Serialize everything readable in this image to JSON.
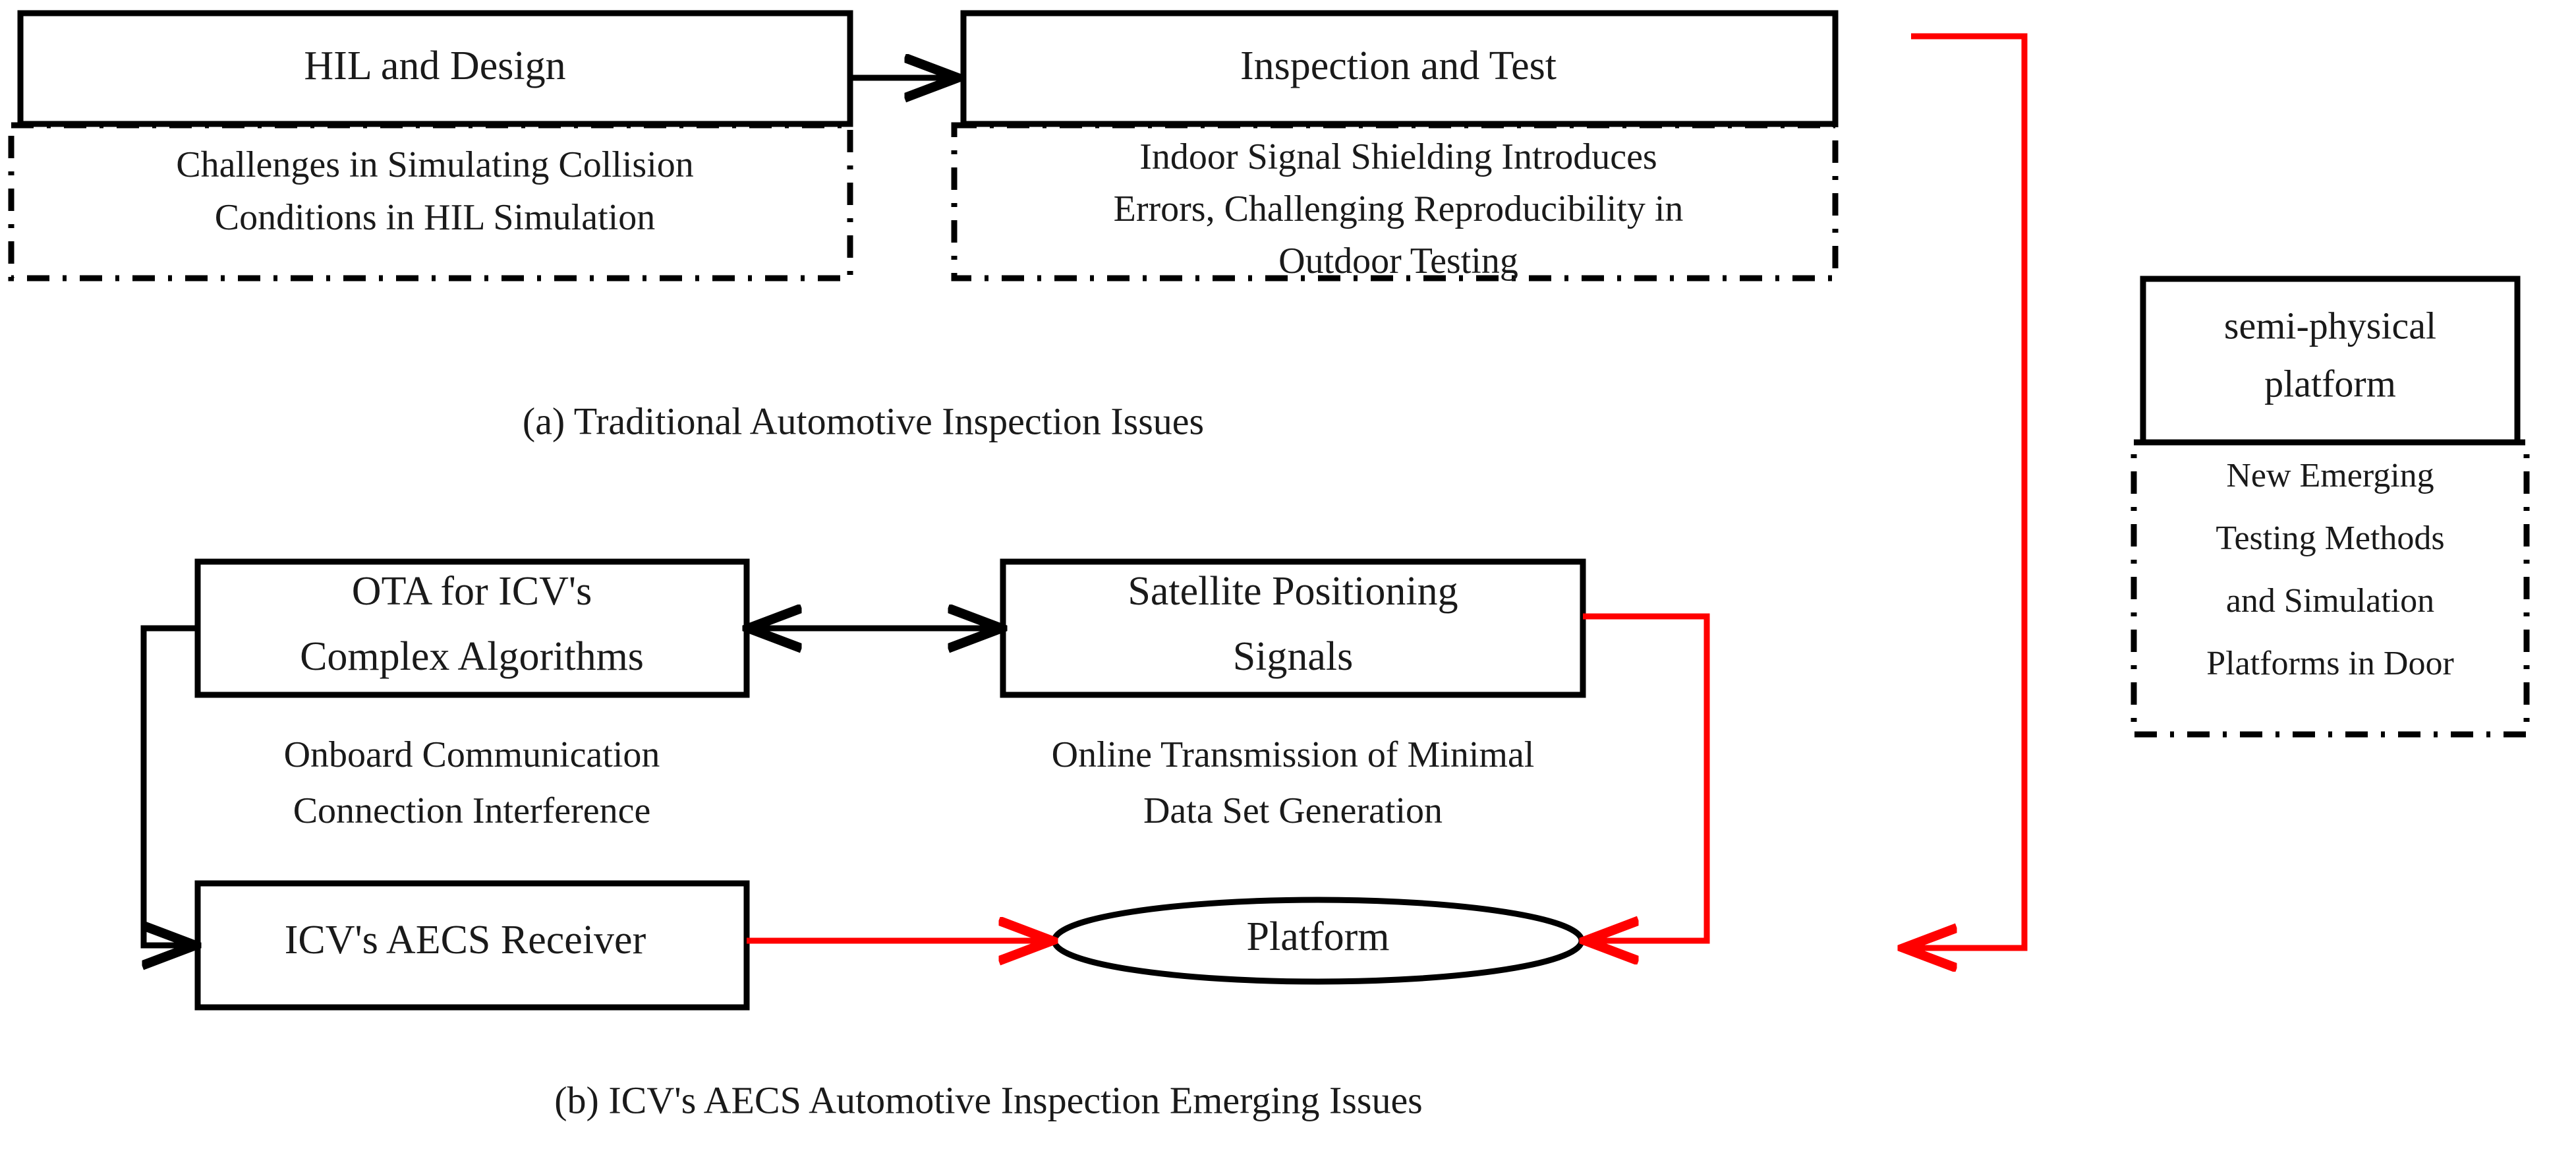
{
  "figure": {
    "panel_a": {
      "caption": "(a) Traditional Automotive Inspection  Issues",
      "nodes": [
        {
          "id": "hil-and-design",
          "title": "HIL and Design",
          "detail_lines": [
            "Challenges in Simulating Collision",
            "Conditions in HIL Simulation"
          ]
        },
        {
          "id": "inspection-and-test",
          "title": "Inspection and Test",
          "detail_lines": [
            "Indoor Signal Shielding Introduces",
            "Errors, Challenging Reproducibility in",
            "Outdoor Testing"
          ]
        }
      ]
    },
    "panel_b": {
      "caption": "(b) ICV's AECS Automotive Inspection Emerging Issues",
      "nodes": [
        {
          "id": "ota-complex-algorithms",
          "title_lines": [
            "OTA for ICV's",
            "Complex Algorithms"
          ],
          "detail_lines": [
            "Onboard Communication",
            "Connection Interference"
          ]
        },
        {
          "id": "satellite-positioning-signals",
          "title_lines": [
            "Satellite Positioning",
            "Signals"
          ],
          "detail_lines": [
            "Online Transmission of Minimal",
            "Data Set Generation"
          ]
        },
        {
          "id": "icv-aecs-receiver",
          "title_lines": [
            "ICV's AECS Receiver"
          ],
          "detail_lines": []
        },
        {
          "id": "platform",
          "title_lines": [
            "Platform"
          ],
          "detail_lines": []
        }
      ]
    },
    "panel_c": {
      "node": {
        "id": "semi-physical-platform",
        "title_lines": [
          "semi-physical",
          "platform"
        ],
        "detail_lines": [
          "New Emerging",
          "Testing Methods",
          "and Simulation",
          "Platforms in Door"
        ]
      }
    },
    "colors": {
      "stroke_black": "#000000",
      "stroke_red": "#ff0000",
      "text": "#1a1a1a",
      "background": "#ffffff"
    }
  }
}
